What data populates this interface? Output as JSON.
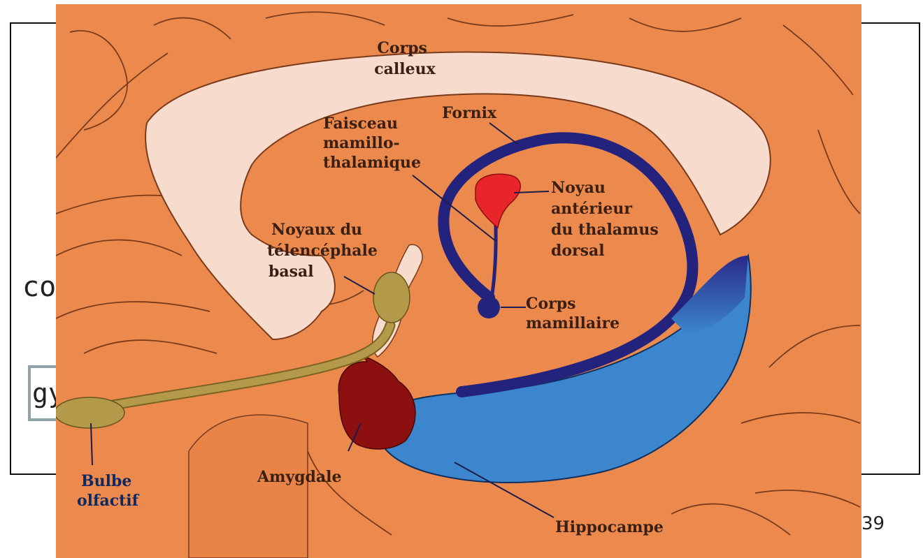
{
  "slide": {
    "partial_text_left": "co",
    "partial_text_box": "gy",
    "page_number": "39"
  },
  "labels": {
    "corps_calleux": [
      "Corps",
      "calleux"
    ],
    "fornix": "Fornix",
    "faisceau": [
      "Faisceau",
      "mamillo-",
      "thalamique"
    ],
    "noyau_anterieur": [
      "Noyau",
      "antérieur",
      "du thalamus",
      "dorsal"
    ],
    "noyaux_basal": [
      "Noyaux du",
      "télencéphale",
      "basal"
    ],
    "corps_mamillaire": [
      "Corps",
      "mamillaire"
    ],
    "bulbe": [
      "Bulbe",
      "olfactif"
    ],
    "amygdale": "Amygdale",
    "hippocampe": "Hippocampe"
  },
  "colors": {
    "brain": "#ec8a4e",
    "corpus_callosum": "#f7dccd",
    "fornix": "#2a2a8a",
    "hippocampus": "#3b86cc",
    "amygdala": "#8c1010",
    "thalamic_nucleus": "#e8262a",
    "olfactory": "#b39a4a"
  }
}
